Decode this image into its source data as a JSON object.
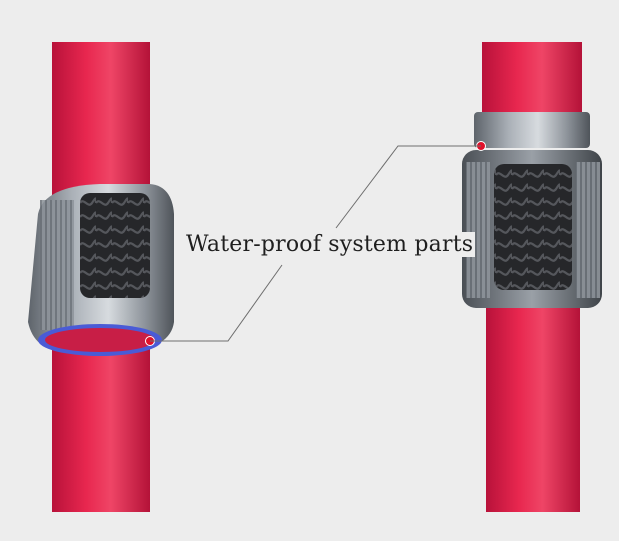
{
  "callout": {
    "text": "Water-proof system parts"
  },
  "colors": {
    "background": "#ededed",
    "tube_red": "#e3204a",
    "metal_gray": "#8f959c",
    "grip_black": "#2a2a2c",
    "seal_blue": "#4a5bd6",
    "marker_red": "#e0102a",
    "leader_line": "#6e6e6e"
  },
  "products": [
    {
      "name": "product-left"
    },
    {
      "name": "product-right"
    }
  ]
}
